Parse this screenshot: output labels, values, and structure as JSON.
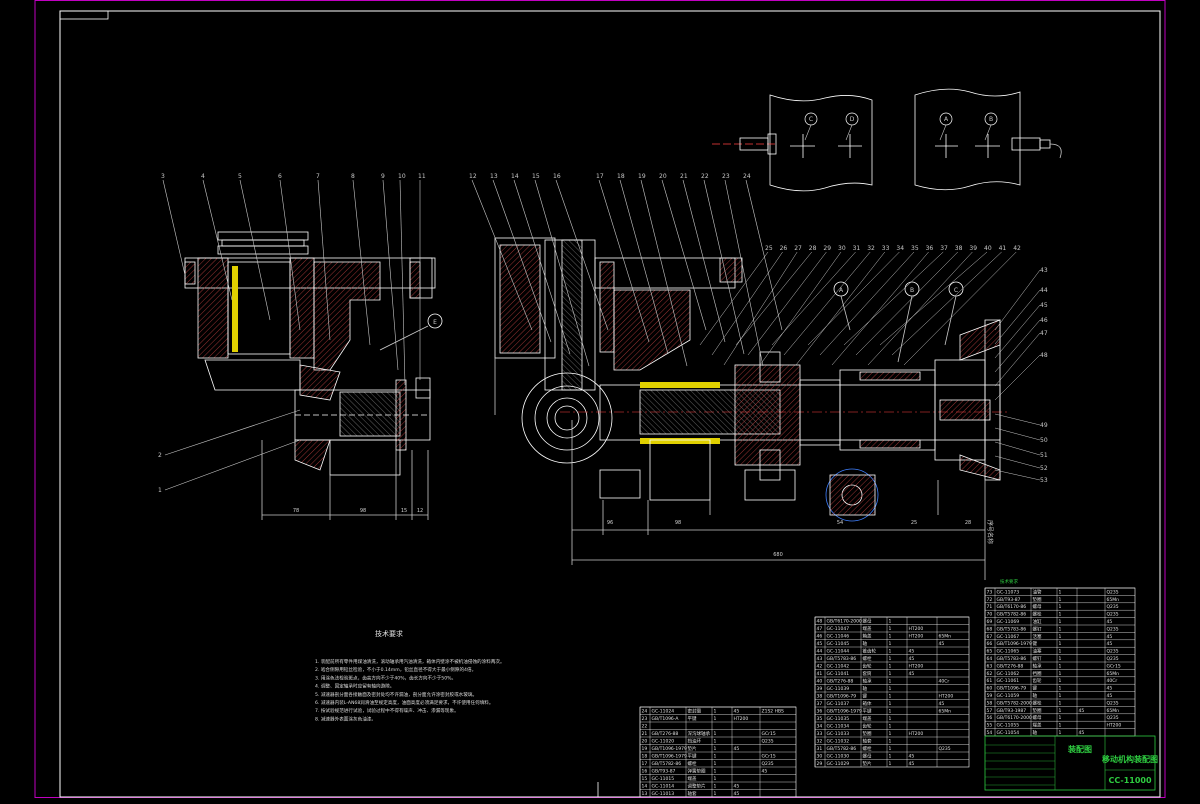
{
  "drawing": {
    "colors": {
      "background": "#000000",
      "border": "#c000c0",
      "lines": "#ffffff",
      "leader": "#c8c8c8",
      "hatch": "#c04040",
      "highlight": "#e0d000",
      "table_green": "#2ecc40"
    },
    "left_view_labels": [
      "3",
      "4",
      "5",
      "6",
      "7",
      "8",
      "9",
      "10",
      "11"
    ],
    "left_view_lower_labels": [
      "2",
      "1"
    ],
    "middle_view_labels": [
      "12",
      "13",
      "14",
      "15",
      "16",
      "17",
      "18",
      "19",
      "20",
      "21",
      "22",
      "23",
      "24"
    ],
    "green_labels": [
      "25",
      "26",
      "27",
      "28",
      "29",
      "30",
      "31",
      "32",
      "33",
      "34",
      "35",
      "36",
      "37",
      "38",
      "39",
      "40",
      "41",
      "42"
    ],
    "right_side_labels": [
      "43",
      "44",
      "45",
      "46",
      "47",
      "48",
      "49",
      "50",
      "51",
      "52",
      "53"
    ],
    "port_labels": [
      "C",
      "D",
      "A",
      "B"
    ],
    "section_markers": [
      "E",
      "A",
      "B",
      "C"
    ],
    "left_dims": [
      "78",
      "98",
      "15",
      "12"
    ],
    "bottom_dims": [
      "96",
      "98",
      "54",
      "25",
      "28"
    ],
    "overall_dim": "680"
  },
  "notes": {
    "title": "技术要求",
    "lines": [
      "1. 装配前所有零件用煤油清洗，滚动轴承用汽油清洗，箱体内壁涂不被机油侵蚀的涂料两次。",
      "2. 啮合侧隙用铅丝检验，不小于0.14mm，铅丝直径不得大于最小侧隙的4倍。",
      "3. 用涂色法检验斑点，齿高方向不少于40%，齿长方向不少于50%。",
      "4. 调整、固定轴承时应留有轴向游隙。",
      "5. 减速器剖分面各接触面及密封处均不许漏油，剖分面允许涂密封胶或水玻璃。",
      "6. 减速器内装L-AN68润滑油至规定高度，油面高度必须满足要求，不许使用任何填料。",
      "7. 按试验规范进行试验，试验过程中不得有噪声、冲击、渗漏等现象。",
      "8. 减速器外表面涂灰色油漆。"
    ]
  },
  "title_block": {
    "drawing_name": "移动机构装配图",
    "drawing_no": "CC-11000",
    "sheet_label": "装配图",
    "header_label": "技术要求",
    "vertical_header": "序号名称",
    "left_table": {
      "rows": [
        [
          "24",
          "GC-11024",
          "密封圈",
          "1",
          "45",
          "Z1S2 HBS"
        ],
        [
          "23",
          "GB/T1096-A",
          "平键",
          "1",
          "HT200",
          ""
        ],
        [
          "22",
          "",
          "",
          "",
          "",
          ""
        ],
        [
          "21",
          "GB/T276-88",
          "深沟球轴承",
          "1",
          "",
          "GCr15"
        ],
        [
          "20",
          "GC-11020",
          "挡油环",
          "1",
          "",
          "Q235"
        ],
        [
          "19",
          "GB/T1096-1979",
          "垫片",
          "1",
          "45",
          ""
        ],
        [
          "18",
          "GB/T1096-1979",
          "平键",
          "1",
          "",
          "GCr15"
        ],
        [
          "17",
          "GB/T5782-86",
          "螺栓",
          "1",
          "",
          "Q235"
        ],
        [
          "16",
          "GB/T93-87",
          "弹簧垫圈",
          "1",
          "",
          "45"
        ],
        [
          "15",
          "GC-11015",
          "端盖",
          "1",
          "",
          ""
        ],
        [
          "14",
          "GC-11014",
          "调整垫片",
          "1",
          "45",
          ""
        ],
        [
          "13",
          "GC-11013",
          "轴套",
          "1",
          "45",
          ""
        ]
      ]
    },
    "middle_table": {
      "rows": [
        [
          "48",
          "GB/T6170-2000",
          "螺母",
          "1",
          "",
          ""
        ],
        [
          "47",
          "GC-11047",
          "端盖",
          "1",
          "HT200",
          ""
        ],
        [
          "46",
          "GC-11046",
          "箱盖",
          "1",
          "HT200",
          "65Mn"
        ],
        [
          "45",
          "GC-11045",
          "轴",
          "1",
          "",
          "45"
        ],
        [
          "44",
          "GC-11044",
          "锥齿轮",
          "1",
          "45",
          ""
        ],
        [
          "43",
          "GB/T5783-86",
          "螺栓",
          "1",
          "45",
          ""
        ],
        [
          "42",
          "GC-11042",
          "齿轮",
          "1",
          "HT200",
          ""
        ],
        [
          "41",
          "GC-11041",
          "套筒",
          "1",
          "45",
          ""
        ],
        [
          "40",
          "GB/T276-88",
          "轴承",
          "1",
          "",
          "40Cr"
        ],
        [
          "39",
          "GC-11039",
          "轴",
          "1",
          "",
          ""
        ],
        [
          "38",
          "GB/T1096-79",
          "键",
          "1",
          "",
          "HT200"
        ],
        [
          "37",
          "GC-11037",
          "箱体",
          "1",
          "",
          "45"
        ],
        [
          "36",
          "GB/T1096-1979",
          "平键",
          "1",
          "",
          "65Mn"
        ],
        [
          "35",
          "GC-11035",
          "端盖",
          "1",
          "",
          ""
        ],
        [
          "34",
          "GC-11034",
          "齿轮",
          "1",
          "",
          ""
        ],
        [
          "33",
          "GC-11033",
          "垫圈",
          "1",
          "HT200",
          ""
        ],
        [
          "32",
          "GC-11032",
          "轴套",
          "1",
          "",
          ""
        ],
        [
          "31",
          "GB/T5782-86",
          "螺栓",
          "1",
          "",
          "Q235"
        ],
        [
          "30",
          "GC-11030",
          "螺母",
          "1",
          "45",
          ""
        ],
        [
          "29",
          "GC-11029",
          "垫片",
          "1",
          "45",
          ""
        ]
      ]
    },
    "right_table": {
      "rows": [
        [
          "73",
          "GC-11073",
          "油管",
          "1",
          "",
          "Q235"
        ],
        [
          "72",
          "GB/T93-87",
          "垫圈",
          "1",
          "",
          "65Mn"
        ],
        [
          "71",
          "GB/T6170-86",
          "螺母",
          "1",
          "",
          "Q235"
        ],
        [
          "70",
          "GB/T5782-86",
          "螺栓",
          "1",
          "",
          "Q235"
        ],
        [
          "69",
          "GC-11069",
          "油缸",
          "1",
          "",
          "45"
        ],
        [
          "68",
          "GB/T5783-86",
          "螺钉",
          "1",
          "",
          "Q235"
        ],
        [
          "67",
          "GC-11067",
          "活塞",
          "1",
          "",
          "45"
        ],
        [
          "66",
          "GB/T1096-1979",
          "键",
          "1",
          "",
          "45"
        ],
        [
          "65",
          "GC-11065",
          "油塞",
          "1",
          "",
          "Q235"
        ],
        [
          "64",
          "GB/T5783-86",
          "螺钉",
          "1",
          "",
          "Q235"
        ],
        [
          "63",
          "GB/T276-88",
          "轴承",
          "1",
          "",
          "GCr15"
        ],
        [
          "62",
          "GC-11062",
          "挡圈",
          "1",
          "",
          "65Mn"
        ],
        [
          "61",
          "GC-11061",
          "齿轮",
          "1",
          "",
          "40Cr"
        ],
        [
          "60",
          "GB/T1096-79",
          "键",
          "1",
          "",
          "45"
        ],
        [
          "59",
          "GC-11059",
          "轴",
          "1",
          "",
          "45"
        ],
        [
          "58",
          "GB/T5782-2000",
          "螺栓",
          "1",
          "",
          "Q235"
        ],
        [
          "57",
          "GB/T93-1987",
          "垫圈",
          "1",
          "45",
          "65Mn"
        ],
        [
          "56",
          "GB/T6170-2000",
          "螺母",
          "1",
          "",
          "Q235"
        ],
        [
          "55",
          "GC-11055",
          "端盖",
          "1",
          "",
          "HT200"
        ],
        [
          "54",
          "GC-11054",
          "轴",
          "1",
          "45",
          ""
        ]
      ]
    }
  }
}
